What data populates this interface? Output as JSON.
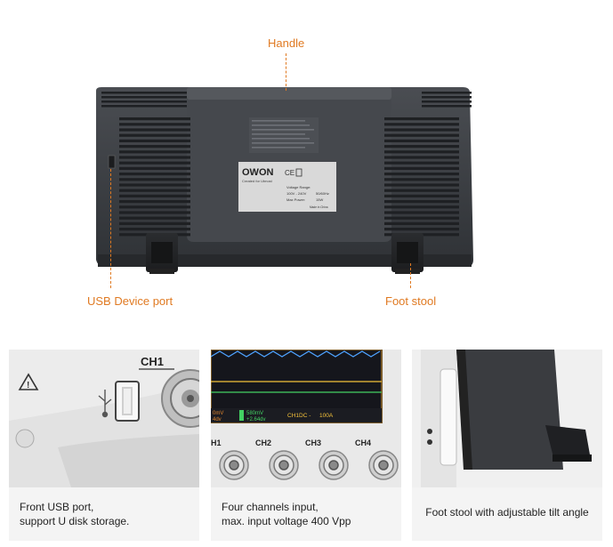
{
  "callouts": {
    "handle": "Handle",
    "usb_device_port": "USB Device port",
    "foot_stool": "Foot stool"
  },
  "label": {
    "brand": "OWON",
    "brand_tagline": "Created for Utmost",
    "lines": [
      "Voltage Range:",
      "100V - 240V",
      "50/60Hz",
      "Max Power:",
      "15W",
      "Made in China"
    ]
  },
  "panels": [
    {
      "caption_lines": [
        "Front USB port,",
        "support U disk storage."
      ],
      "ch_label": "CH1"
    },
    {
      "caption_lines": [
        "Four channels input,",
        "max. input voltage 400 Vpp"
      ],
      "channels": [
        "H1",
        "CH2",
        "CH3",
        "CH4"
      ],
      "status": [
        "0mV",
        "4dv",
        "580mV",
        "+2.64dv",
        "CH1DC -",
        "100A"
      ]
    },
    {
      "caption_lines": [
        "Foot stool with adjustable tilt angle"
      ]
    }
  ],
  "colors": {
    "accent": "#e07a22",
    "body": "#3b3e42",
    "caption_bg": "#f4f4f4"
  }
}
